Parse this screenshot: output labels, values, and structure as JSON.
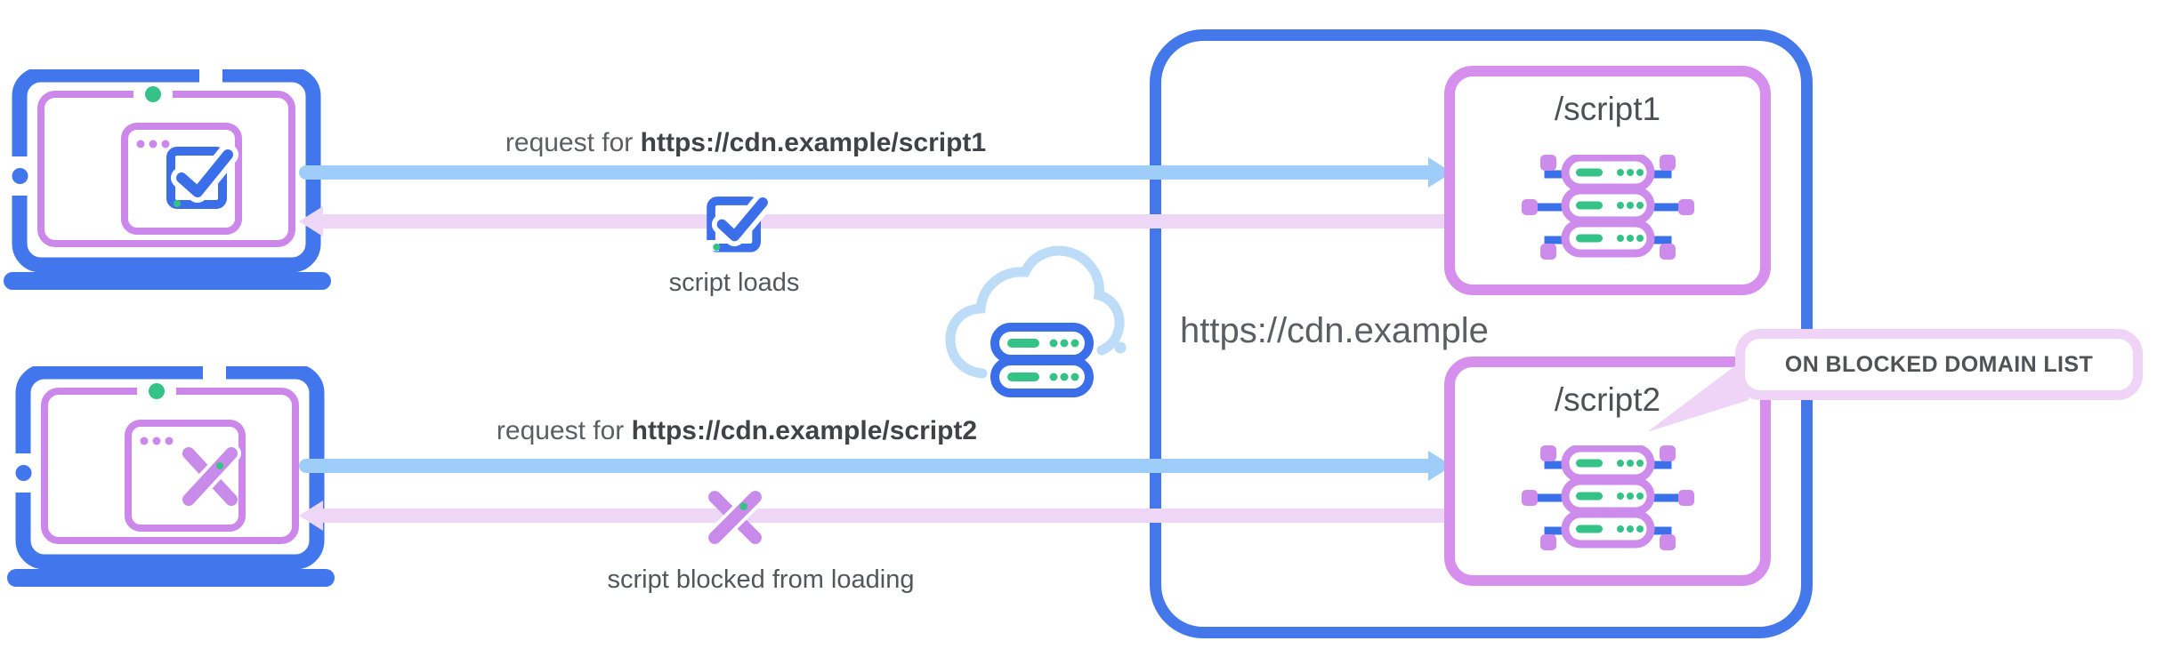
{
  "clients": {
    "allowed": {
      "icon": "laptop-with-check"
    },
    "blocked": {
      "icon": "laptop-with-cross"
    }
  },
  "flows": {
    "allowed": {
      "request_prefix": "request for",
      "request_url": "https://cdn.example/script1",
      "response_label": "script loads",
      "response_icon": "checkbox-check"
    },
    "blocked": {
      "request_prefix": "request for",
      "request_url": "https://cdn.example/script2",
      "response_label": "script blocked from loading",
      "response_icon": "crossed-out-x"
    }
  },
  "network": {
    "icon": "cloud-server"
  },
  "cdn": {
    "domain": "https://cdn.example",
    "endpoints": [
      {
        "path": "/script1",
        "icon": "server-rack"
      },
      {
        "path": "/script2",
        "icon": "server-rack"
      }
    ],
    "callout": "ON BLOCKED DOMAIN LIST"
  },
  "colors": {
    "blue": "#4276ed",
    "cdn_border_blue": "#4478ea",
    "request_arrow_blue": "#9dcdf8",
    "response_arrow_pink": "#eed6f7",
    "purple": "#cb87e9",
    "endpoint_border_purple": "#d78fee",
    "server_purple": "#cd8ceb",
    "green": "#35c287",
    "cloud_light_blue": "#bcdcf7",
    "bubble_border_lavender": "#f0d4f8",
    "text_gray": "#5b5e62",
    "text_dark": "#3f4246"
  }
}
